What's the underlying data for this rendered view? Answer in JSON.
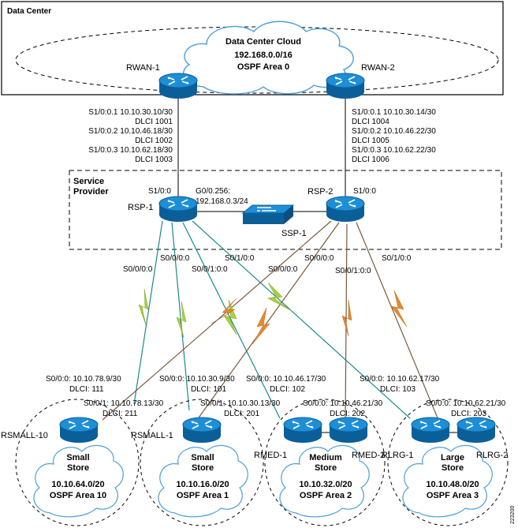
{
  "colors": {
    "router_fill": "#1e8fd6",
    "router_dark": "#0b5f99",
    "switch_fill": "#1e8fd6",
    "cloud_stroke": "#4d9ed8",
    "frame_green": "#a9d13a",
    "frame_orange": "#e88a2a",
    "green_line": "#1a8a8a",
    "orange_line": "#7a5a3a"
  },
  "data_center": {
    "label": "Data Center",
    "cloud_title": "Data Center Cloud",
    "cloud_subnet": "192.168.0.0/16",
    "cloud_area": "OSPF Area 0",
    "rwan1": "RWAN-1",
    "rwan2": "RWAN-2"
  },
  "rwan1_links": {
    "l1": "S1/0:0.1 10.10.30.10/30",
    "l2": "DLCI 1001",
    "l3": "S1/0:0.2 10.10.46.18/30",
    "l4": "DLCI 1002",
    "l5": "S1/0:0.3 10.10.62.18/30",
    "l6": "DLCI 1003"
  },
  "rwan2_links": {
    "l1": "S1/0:0.1 10.10.30.14/30",
    "l2": "DLCI 1004",
    "l3": "S1/0:0.2 10.10.46.22/30",
    "l4": "DLCI 1005",
    "l5": "S1/0:0.3 10.10.62.22/30",
    "l6": "DLCI 1006"
  },
  "service_provider": {
    "label_1": "Service",
    "label_2": "Provider",
    "rsp1": "RSP-1",
    "rsp2": "RSP-2",
    "ssp1": "SSP-1",
    "rsp1_if": "S1/0:0",
    "rsp2_if": "S1/0:0",
    "g0_1": "G0/0.256:",
    "g0_2": "192.168.0.3/24"
  },
  "sp_ports": {
    "rsp1_p1": "S0/0/0:0",
    "rsp1_p2": "S0/0/0:0",
    "rsp1_p3": "S0/0/1:0:0",
    "rsp1_p4": "S0/1/0:0",
    "rsp2_p1": "S0/0/0:0",
    "rsp2_p2": "S0/0/0:0",
    "rsp2_p3": "S0/0/1:0:0",
    "rsp2_p4": "S0/1/0:0"
  },
  "branch_ifs": {
    "a1": "S0/0:0: 10.10.78.9/30",
    "a2": "DLCI: 111",
    "b1": "S0/0/1: 10.10.78.13/30",
    "b2": "DLCI: 211",
    "c1": "S0/0:0: 10.10.30.9/30",
    "c2": "DLCI: 101",
    "d1": "S0/0/1: 10.10.30.13/30",
    "d2": "DLCI: 201",
    "e1": "S0/0:0: 10.10.46.17/30",
    "e2": "DLCI: 102",
    "f1": "S0/0:0: 10.10.46.21/30",
    "f2": "DLCI: 202",
    "g1": "S0/0:0: 10.10.62.17/30",
    "g2": "DLCI: 103",
    "h1": "S0/0:0: 10.10.62.21/30",
    "h2": "DLCI: 203"
  },
  "stores": {
    "small10": {
      "router": "RSMALL-10",
      "name1": "Small",
      "name2": "Store",
      "subnet": "10.10.64.0/20",
      "area": "OSPF Area 10"
    },
    "small1": {
      "router": "RSMALL-1",
      "name1": "Small",
      "name2": "Store",
      "subnet": "10.10.16.0/20",
      "area": "OSPF Area 1"
    },
    "medium": {
      "router_a": "RMED-1",
      "router_b": "RMED-2",
      "name1": "Medium",
      "name2": "Store",
      "subnet": "10.10.32.0/20",
      "area": "OSPF Area 2"
    },
    "large": {
      "router_a": "RLRG-1",
      "router_b": "RLRG-2",
      "name1": "Large",
      "name2": "Store",
      "subnet": "10.10.48.0/20",
      "area": "OSPF Area 3"
    }
  },
  "figure_id": "223200"
}
